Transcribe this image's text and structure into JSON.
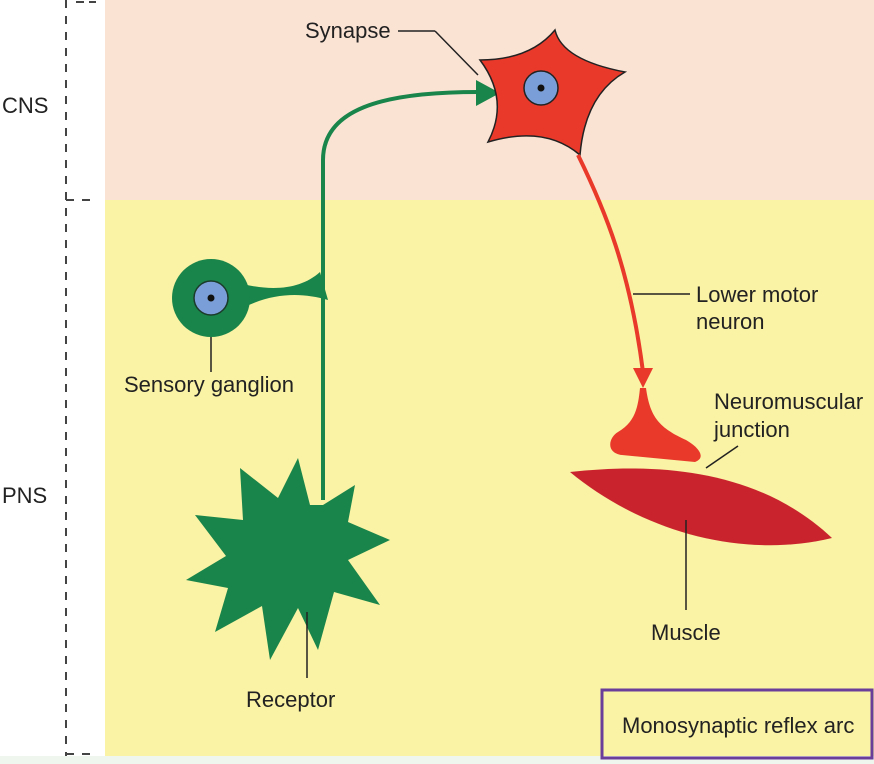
{
  "regions": {
    "cns": {
      "label": "CNS",
      "color": "#fbe3d4"
    },
    "pns": {
      "label": "PNS",
      "color": "#faf2a4"
    }
  },
  "labels": {
    "synapse": "Synapse",
    "lower_motor_neuron_line1": "Lower motor",
    "lower_motor_neuron_line2": "neuron",
    "neuromuscular_junction_line1": "Neuromuscular",
    "neuromuscular_junction_line2": "junction",
    "sensory_ganglion": "Sensory ganglion",
    "receptor": "Receptor",
    "muscle": "Muscle"
  },
  "caption": "Monosynaptic reflex arc",
  "colors": {
    "sensory": "#19854a",
    "motor": "#e8392b",
    "muscle": "#c9242e",
    "nucleus": "#7a9fd8",
    "caption_border": "#6a3d9a",
    "bottom_band": "#eef6ee"
  }
}
